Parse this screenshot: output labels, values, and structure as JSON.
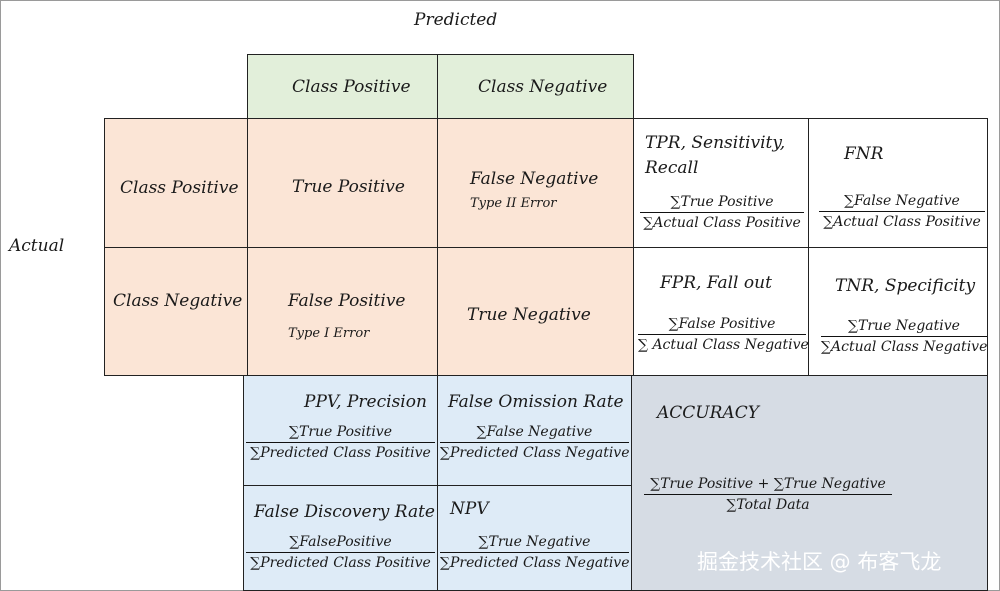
{
  "axes": {
    "predicted": "Predicted",
    "actual": "Actual"
  },
  "predicted_headers": {
    "positive": "Class Positive",
    "negative": "Class Negative"
  },
  "actual_headers": {
    "positive": "Class Positive",
    "negative": "Class Negative"
  },
  "cells": {
    "tp": {
      "label": "True Positive"
    },
    "fn": {
      "label": "False Negative",
      "note": "Type II Error"
    },
    "fp": {
      "label": "False Positive",
      "note": "Type I Error"
    },
    "tn": {
      "label": "True Negative"
    }
  },
  "metrics": {
    "tpr": {
      "title_line1": "TPR, Sensitivity,",
      "title_line2": "Recall",
      "num": "∑True Positive",
      "den": "∑Actual Class Positive"
    },
    "fnr": {
      "title": "FNR",
      "num": "∑False Negative",
      "den": "∑Actual Class Positive"
    },
    "fpr": {
      "title": "FPR, Fall out",
      "num": "∑False Positive",
      "den": "∑ Actual Class Negative"
    },
    "tnr": {
      "title": "TNR, Specificity",
      "num": "∑True Negative",
      "den": "∑Actual Class Negative"
    },
    "ppv": {
      "title": "PPV, Precision",
      "num": "∑True Positive",
      "den": "∑Predicted Class Positive"
    },
    "for": {
      "title": "False Omission Rate",
      "num": "∑False Negative",
      "den": "∑Predicted Class Negative"
    },
    "fdr": {
      "title": "False Discovery Rate",
      "num": "∑FalsePositive",
      "den": "∑Predicted Class Positive"
    },
    "npv": {
      "title": "NPV",
      "num": "∑True Negative",
      "den": "∑Predicted Class Negative"
    },
    "accuracy": {
      "title": "ACCURACY",
      "num": "∑True Positive + ∑True Negative",
      "den": "∑Total Data"
    }
  },
  "watermark": "掘金技术社区 @ 布客飞龙",
  "colors": {
    "green": "#e2efda",
    "orange": "#fbe5d6",
    "blue": "#deebf7",
    "gray": "#d6dce4"
  }
}
